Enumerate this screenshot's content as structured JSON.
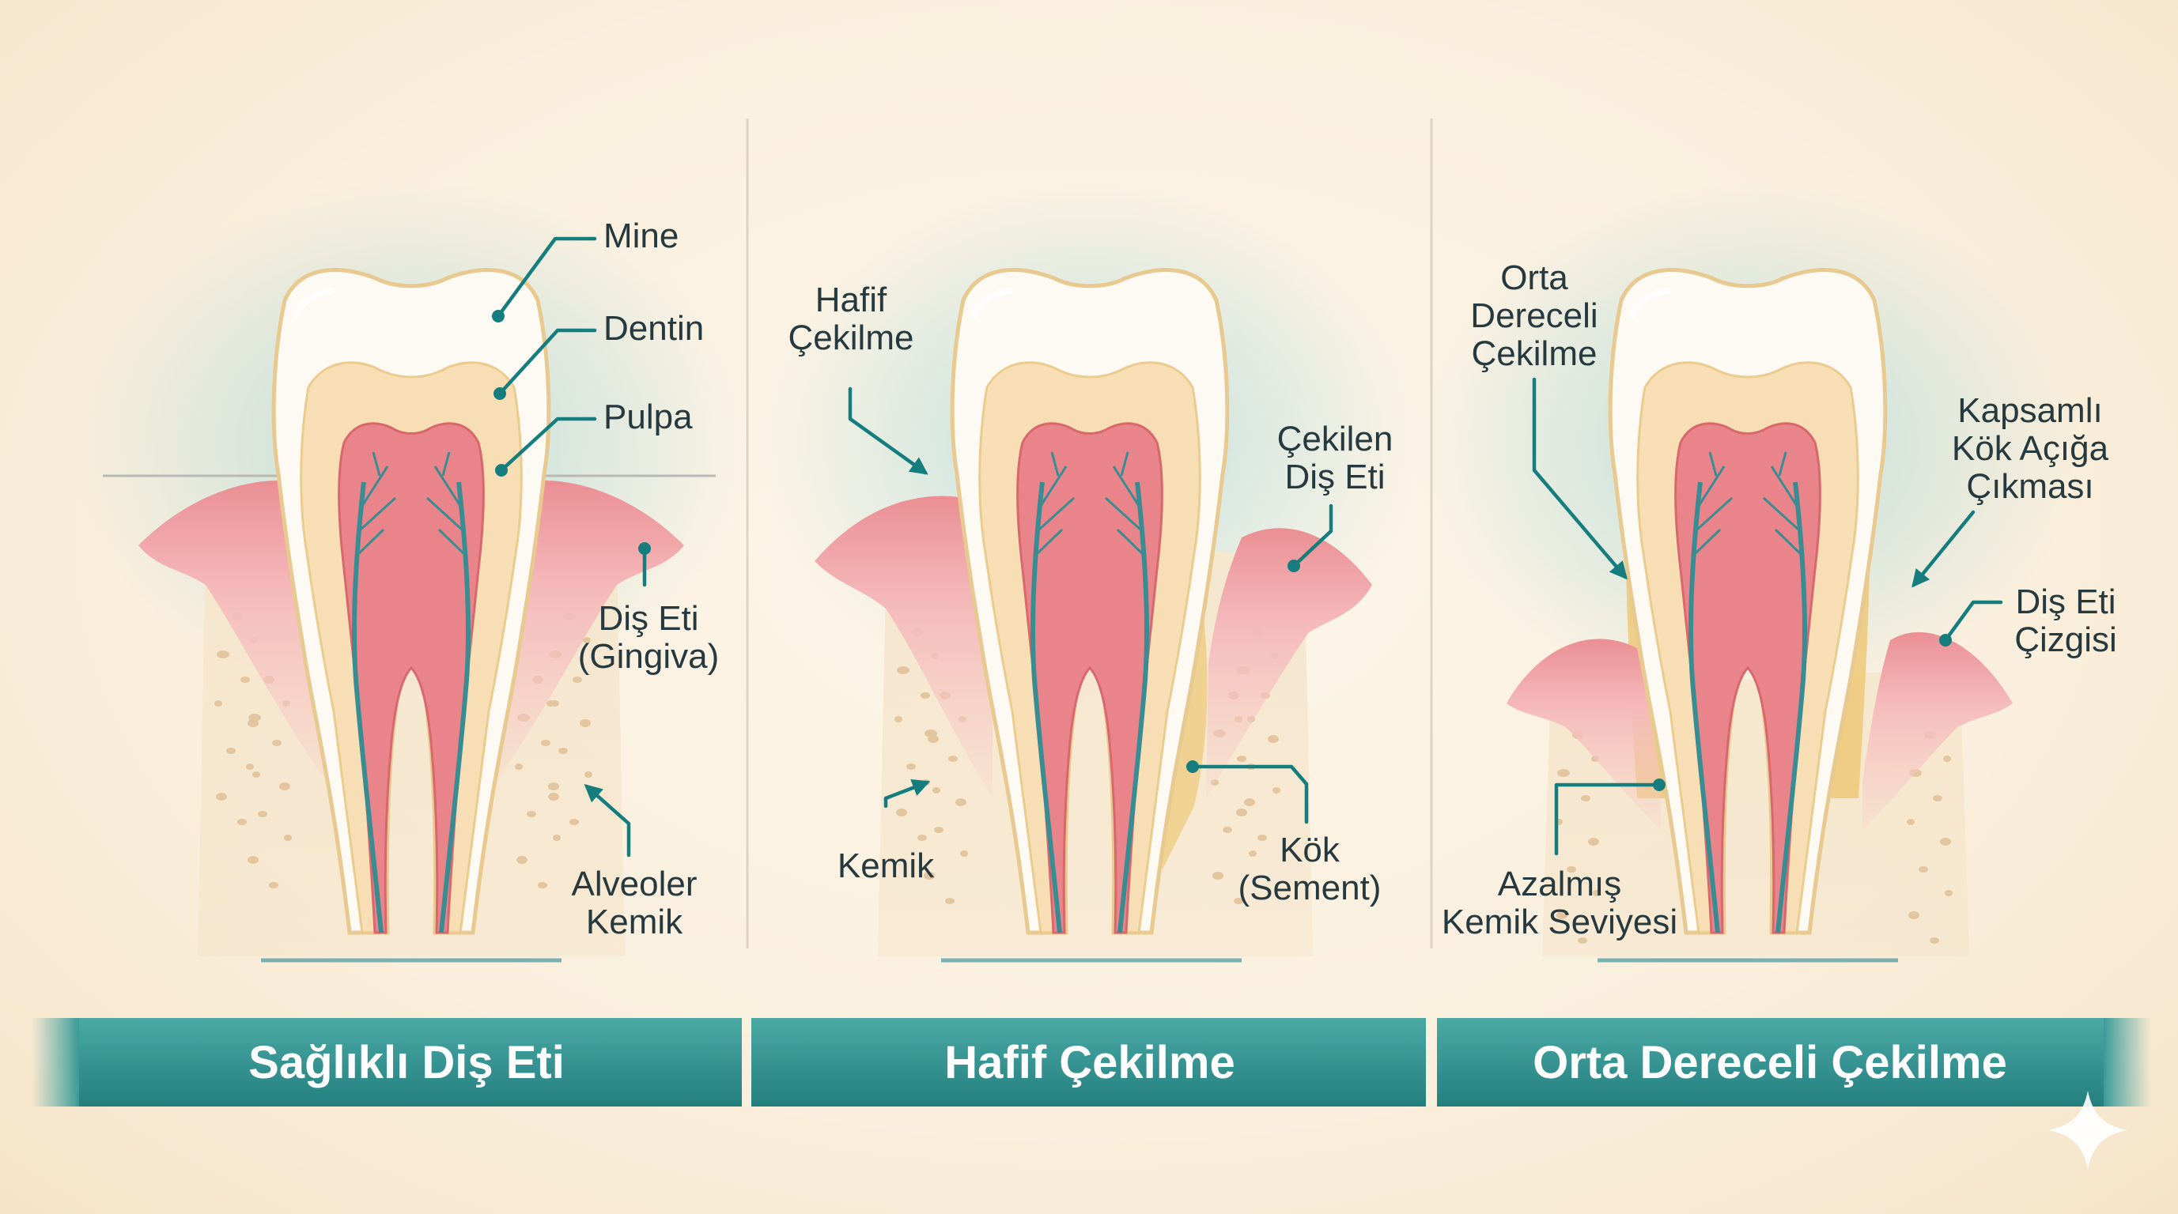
{
  "colors": {
    "background": "#faefdd",
    "banner": "#2b8b8b",
    "leader": "#157d7d",
    "gum": "#f2aeb0",
    "gum_edge": "#e07c80",
    "bone": "#f4e6cf",
    "enamel": "#fdfaf4",
    "dentin": "#f7ddb1",
    "pulp": "#e9858a",
    "nerve": "#3a8c93",
    "cementum": "#edc878"
  },
  "panels": [
    {
      "banner": "Sağlıklı Diş Eti",
      "labels": {
        "mine": "Mine",
        "dentin": "Dentin",
        "pulpa": "Pulpa",
        "gum_1": "Diş Eti",
        "gum_2": "(Gingiva)",
        "bone_1": "Alveoler",
        "bone_2": "Kemik"
      }
    },
    {
      "banner": "Hafif Çekilme",
      "labels": {
        "recession_1": "Hafif",
        "recession_2": "Çekilme",
        "receded_1": "Çekilen",
        "receded_2": "Diş Eti",
        "bone": "Kemik",
        "root_1": "Kök",
        "root_2": "(Sement)"
      }
    },
    {
      "banner": "Orta Dereceli Çekilme",
      "labels": {
        "moderate_1": "Orta",
        "moderate_2": "Dereceli",
        "moderate_3": "Çekilme",
        "exposure_1": "Kapsamlı",
        "exposure_2": "Kök Açığa",
        "exposure_3": "Çıkması",
        "gumline_1": "Diş Eti",
        "gumline_2": "Çizgisi",
        "bone_level_1": "Azalmış",
        "bone_level_2": "Kemik Seviyesi"
      }
    }
  ],
  "icons": [
    "sparkle-icon"
  ]
}
